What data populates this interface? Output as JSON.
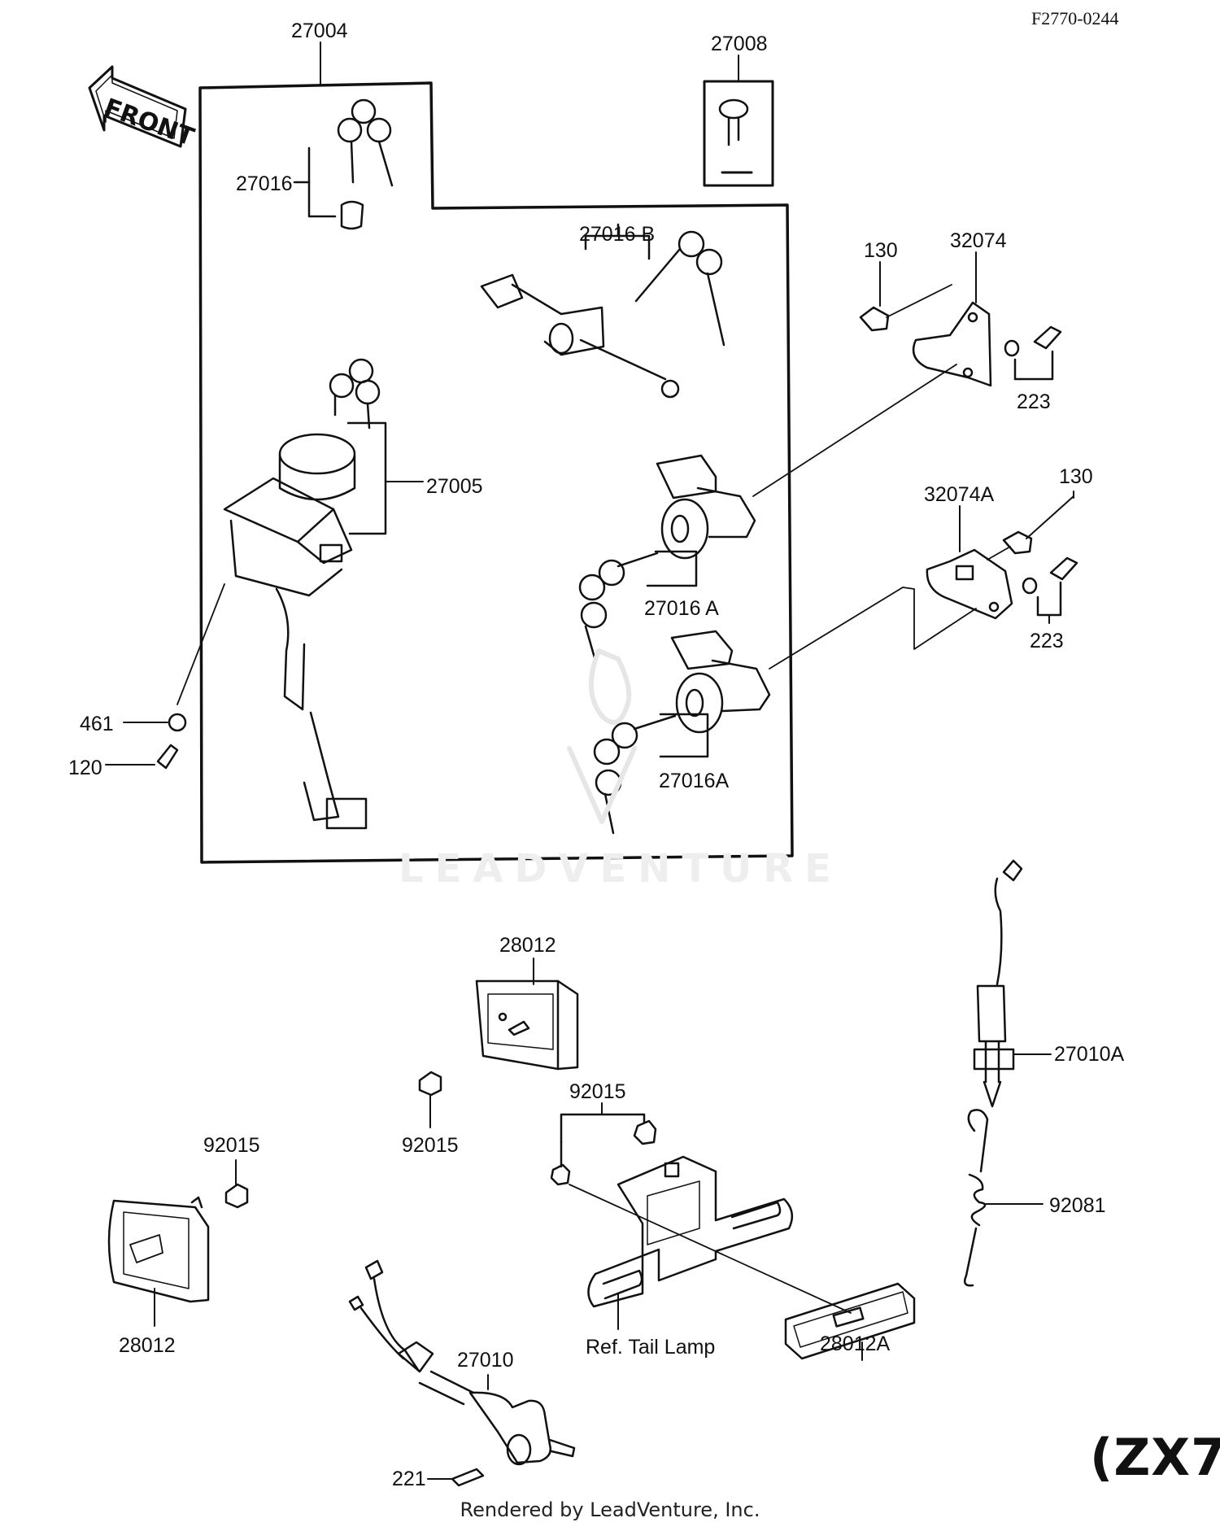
{
  "diagram_code": "F2770-0244",
  "front_arrow_label": "FRONT",
  "footer": "Rendered by LeadVenture, Inc.",
  "model_label": "(ZX7",
  "watermark": "LEADVENTURE",
  "part_labels": {
    "p27004": "27004",
    "p27008": "27008",
    "p27016": "27016",
    "p27016b": "27016 B",
    "p130a": "130",
    "p32074": "32074",
    "p223a": "223",
    "p27005": "27005",
    "p32074a": "32074A",
    "p130b": "130",
    "p27016a_1": "27016 A",
    "p223b": "223",
    "p461": "461",
    "p120": "120",
    "p27016a_2": "27016A",
    "p28012_top": "28012",
    "p27010a": "27010A",
    "p92015_c": "92015",
    "p92015_r": "92015",
    "p92015_l": "92015",
    "p92081": "92081",
    "p28012_left": "28012",
    "p27010": "27010",
    "p_ref_tail": "Ref. Tail Lamp",
    "p28012a": "28012A",
    "p221": "221"
  }
}
